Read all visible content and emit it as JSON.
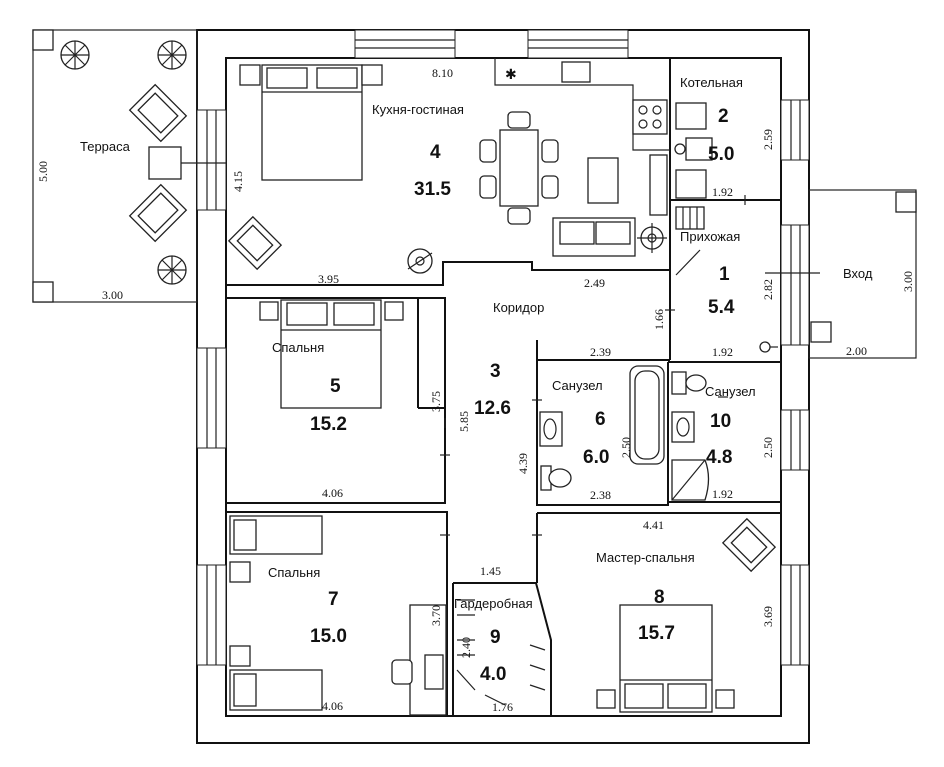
{
  "rooms": [
    {
      "id": "entrance",
      "name": "Прихожая",
      "number": "1",
      "area": "5.4"
    },
    {
      "id": "boiler",
      "name": "Котельная",
      "number": "2",
      "area": "5.0"
    },
    {
      "id": "corridor",
      "name": "Коридор",
      "number": "3",
      "area": "12.6"
    },
    {
      "id": "kitchen",
      "name": "Кухня-гостиная",
      "number": "4",
      "area": "31.5"
    },
    {
      "id": "bedroom5",
      "name": "Спальня",
      "number": "5",
      "area": "15.2"
    },
    {
      "id": "bath6",
      "name": "Санузел",
      "number": "6",
      "area": "6.0"
    },
    {
      "id": "bedroom7",
      "name": "Спальня",
      "number": "7",
      "area": "15.0"
    },
    {
      "id": "master",
      "name": "Мастер-спальня",
      "number": "8",
      "area": "15.7"
    },
    {
      "id": "wardrobe",
      "name": "Гардеробная",
      "number": "9",
      "area": "4.0"
    },
    {
      "id": "bath10",
      "name": "Санузел",
      "number": "10",
      "area": "4.8"
    }
  ],
  "outside": {
    "terrace": "Терраса",
    "entry": "Вход"
  },
  "dimensions": {
    "kitchen_top": "8.10",
    "kitchen_left": "4.15",
    "kitchen_bottom": "3.95",
    "kitchen_right_bottom": "2.49",
    "boiler_right": "2.59",
    "boiler_bottom": "1.92",
    "entrance_left": "1.66",
    "entrance_right": "2.82",
    "entrance_bottom": "1.92",
    "terrace_left": "5.00",
    "terrace_bottom": "3.00",
    "porch_right": "3.00",
    "porch_bottom": "2.00",
    "corridor_wall": "2.39",
    "bedroom5_right": "3.75",
    "corridor_len": "5.85",
    "bedroom5_bottom": "4.06",
    "bath6_left": "4.39",
    "bath6_right": "2.50",
    "bath6_bottom": "2.38",
    "bath10_right": "2.50",
    "bath10_bottom": "1.92",
    "master_top": "4.41",
    "master_right": "3.69",
    "corridor_bottom": "1.45",
    "bedroom7_right": "3.70",
    "bedroom7_bottom": "4.06",
    "wardrobe_left": "2.40",
    "wardrobe_bottom": "1.76"
  }
}
